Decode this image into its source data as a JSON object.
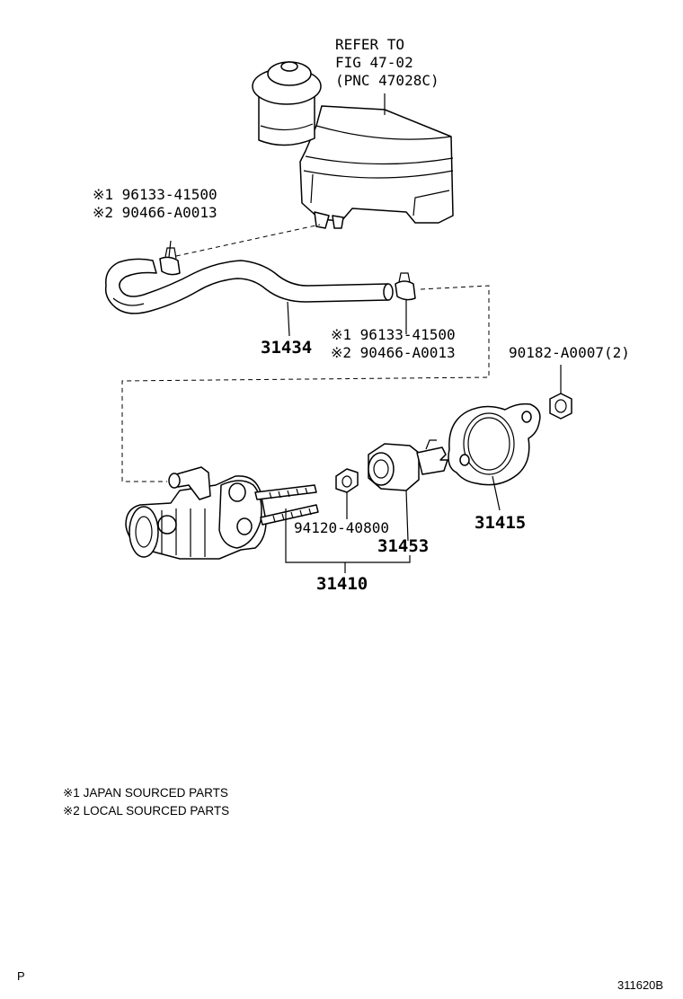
{
  "reference": {
    "line1": "REFER TO",
    "line2": "FIG 47-02",
    "line3": "(PNC 47028C)"
  },
  "callouts": {
    "clip_top_j": "※1 96133-41500",
    "clip_top_l": "※2 90466-A0013",
    "clip_mid_j": "※1 96133-41500",
    "clip_mid_l": "※2 90466-A0013",
    "hose": "31434",
    "nut": "90182-A0007(2)",
    "bushing": "94120-40800",
    "push_rod_assy": "31453",
    "gasket": "31415",
    "master_cylinder_assy": "31410"
  },
  "notes": {
    "japan": "※1 JAPAN SOURCED PARTS",
    "local": "※2 LOCAL SOURCED PARTS"
  },
  "corner": {
    "left": "P",
    "right": "311620B"
  }
}
